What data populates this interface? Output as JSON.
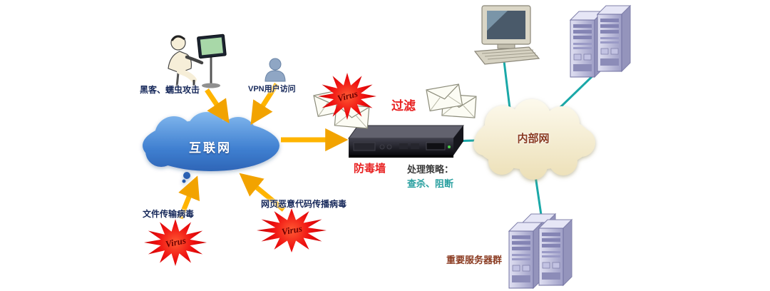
{
  "colors": {
    "arrow_yellow": "#ffb400",
    "line_teal": "#1aa8a8",
    "virus_red": "#ee1010",
    "label_red": "#e82020",
    "label_navy": "#16285a",
    "label_maroon": "#8a3a20",
    "policy_teal": "#2aa0a0",
    "internet_cloud_blue": "#3f7fd0",
    "intranet_cloud_cream": "#f6efd2"
  },
  "nodes": {
    "internet": {
      "label": "互联网"
    },
    "intranet": {
      "label": "内部网"
    },
    "firewall": {
      "label": "防毒墙"
    },
    "server_group": {
      "label": "重要服务器群"
    }
  },
  "labels": {
    "hacker_attack": "黑客、蠕虫攻击",
    "vpn_access": "VPN用户访问",
    "filter": "过滤",
    "policy_title": "处理策略：",
    "policy_actions": "查杀、阻断",
    "file_virus": "文件传输病毒",
    "web_virus": "网页恶意代码传播病毒"
  },
  "virus_bursts": [
    {
      "label": "Virus"
    },
    {
      "label": "Virus"
    },
    {
      "label": "Virus"
    }
  ]
}
